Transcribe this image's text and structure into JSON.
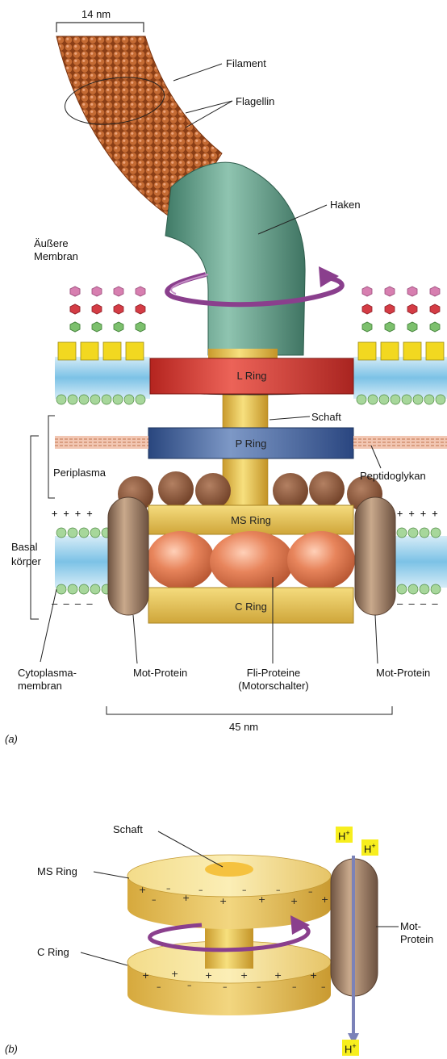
{
  "panel_a": {
    "width_top": "14 nm",
    "width_bottom": "45 nm",
    "panel_letter": "(a)",
    "labels": {
      "filament": "Filament",
      "flagellin": "Flagellin",
      "haken": "Haken",
      "aussere_membran_1": "Äußere",
      "aussere_membran_2": "Membran",
      "l_ring": "L Ring",
      "schaft": "Schaft",
      "p_ring": "P Ring",
      "periplasma": "Periplasma",
      "peptidoglykan": "Peptidoglykan",
      "ms_ring": "MS Ring",
      "basal_1": "Basal",
      "basal_2": "körper",
      "c_ring": "C Ring",
      "cytoplasma_1": "Cytoplasma-",
      "cytoplasma_2": "membran",
      "mot_protein_left": "Mot-Protein",
      "fli_1": "Fli-Proteine",
      "fli_2": "(Motorschalter)",
      "mot_protein_right": "Mot-Protein"
    }
  },
  "panel_b": {
    "panel_letter": "(b)",
    "labels": {
      "schaft": "Schaft",
      "ms_ring": "MS Ring",
      "c_ring": "C Ring",
      "mot_1": "Mot-",
      "mot_2": "Protein"
    },
    "protons": [
      "H",
      "H",
      "H"
    ],
    "proton_sup": "+"
  },
  "colors": {
    "flagellin": "#b8632d",
    "haken": "#5e9c86",
    "l_ring": "#d43a33",
    "p_ring": "#3d5f9c",
    "ms_c_ring": "#e2c35a",
    "fli": "#e07a52",
    "mot": "#9c7c62",
    "rotation_arrow": "#8a3f8d",
    "proton_badge": "#f7ee1e"
  }
}
